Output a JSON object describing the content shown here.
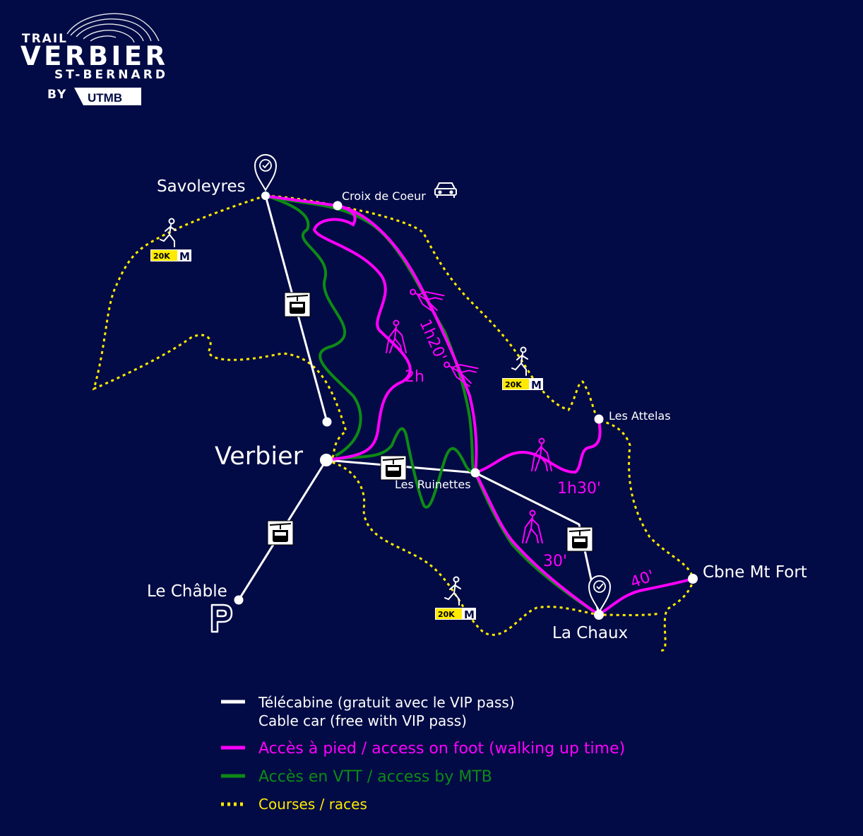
{
  "logo": {
    "line1": "TRAIL",
    "line2": "VERBIER",
    "line3": "ST-BERNARD",
    "by": "BY",
    "brand": "UTMB"
  },
  "places": {
    "savoleyres": "Savoleyres",
    "croix": "Croix de Coeur",
    "verbier": "Verbier",
    "ruinettes": "Les Ruinettes",
    "attelas": "Les Attelas",
    "lachable": "Le Châble",
    "lachaux": "La Chaux",
    "montfort": "Cbne Mt Fort"
  },
  "times": {
    "t2h": "2h",
    "t1h20": "1h20'",
    "t1h30": "1h30'",
    "t30": "30'",
    "t40": "40'"
  },
  "badges": {
    "race_label": "20K",
    "race_mark": "M"
  },
  "legend": {
    "cable_fr": "Télécabine (gratuit avec le VIP pass)",
    "cable_en": "Cable car (free with VIP pass)",
    "foot": "Accès à pied / access on foot (walking up time)",
    "mtb": "Accès en VTT / access by MTB",
    "races": "Courses / races"
  },
  "icons": {
    "parking": "P",
    "checkpoint": "map-pin-check-icon",
    "gondola": "gondola-icon",
    "car": "car-icon",
    "hiker": "hiker-icon",
    "runner": "runner-icon"
  },
  "colors": {
    "background": "#020b45",
    "cable": "#ffffff",
    "foot": "#ff00ff",
    "mtb": "#0e8a16",
    "races": "#ffea00"
  }
}
